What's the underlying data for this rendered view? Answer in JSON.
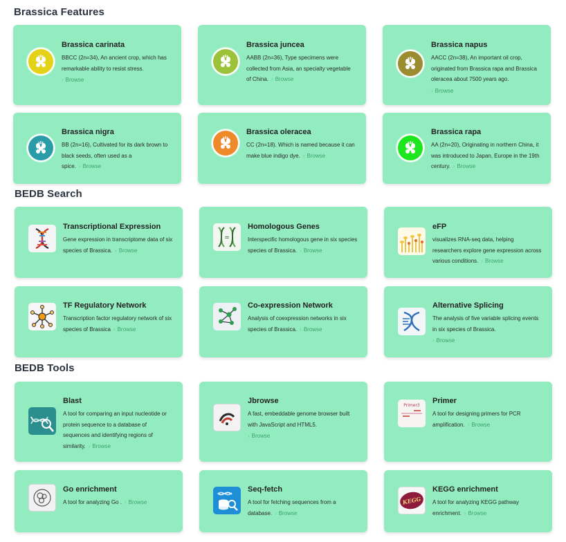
{
  "sections": {
    "features": "Brassica Features",
    "search": "BEDB Search",
    "tools": "BEDB Tools"
  },
  "browse_label": "Browse",
  "features": [
    {
      "title": "Brassica carinata",
      "desc": "BBCC (2n=34), An ancient crop, which has remarkable ability to resist stress.",
      "color": "#e3d217"
    },
    {
      "title": "Brassica juncea",
      "desc": "AABB (2n=36), Type specimens were collected from Asia, an specialty vegetable of China.",
      "color": "#9cc23a"
    },
    {
      "title": "Brassica napus",
      "desc": "AACC (2n=38), An important oil crop, originated from Brassica rapa and Brassica oleracea about 7500 years ago.",
      "color": "#9b8d2f"
    },
    {
      "title": "Brassica nigra",
      "desc": "BB (2n=16), Cultivated for its dark brown to black seeds, often used as a spice.",
      "color": "#2a9ca8"
    },
    {
      "title": "Brassica oleracea",
      "desc": "CC (2n=18). Which is named because it can make blue indigo dye.",
      "color": "#ef8a2a"
    },
    {
      "title": "Brassica rapa",
      "desc": "AA (2n=20), Originating in northern China, it was introduced to Japan, Europe in the 19th century.",
      "color": "#1ee61e"
    }
  ],
  "search": [
    {
      "title": "Transcriptional Expression",
      "desc": "Gene expression in transcriptome data of six species of Brassica.",
      "icon": "dna-helix-icon"
    },
    {
      "title": "Homologous Genes",
      "desc": "Interspecific homologous gene in six species species of Brassica.",
      "icon": "homologous-dna-icon"
    },
    {
      "title": "eFP",
      "desc": "visualizes RNA-seq data, helping researchers explore gene expression across various conditions.",
      "icon": "efp-plant-icon"
    },
    {
      "title": "TF Regulatory Network",
      "desc": "Transcription factor regulatory network of six species of Brassica",
      "icon": "network-hub-icon"
    },
    {
      "title": "Co-expression Network",
      "desc": "Analysis of coexpression networks in six species of Brassica.",
      "icon": "coexpression-network-icon"
    },
    {
      "title": "Alternative Splicing",
      "desc": "The analysis of five variable splicing events in six species of Brassica.",
      "icon": "splicing-icon"
    }
  ],
  "tools": [
    {
      "title": "Blast",
      "desc": "A tool for comparing an input nucleotide or protein sequence to a database of sequences and identifying regions of similarity.",
      "icon": "blast-dna-search-icon"
    },
    {
      "title": "Jbrowse",
      "desc": "A fast, embeddable genome browser built with JavaScript and HTML5.",
      "icon": "jbrowse-icon"
    },
    {
      "title": "Primer",
      "desc": "A tool for designing primers for PCR amplification.",
      "icon": "primer3-icon",
      "icon_text": "Primer3"
    },
    {
      "title": "Go enrichment",
      "desc": "A tool for analyzing Go .",
      "icon": "go-circles-icon"
    },
    {
      "title": "Seq-fetch",
      "desc": "A tool for fetching sequences from a database.",
      "icon": "seq-fetch-icon"
    },
    {
      "title": "KEGG enrichment",
      "desc": "A tool for analyzing KEGG pathway enrichment.",
      "icon": "kegg-icon",
      "icon_text": "KEGG"
    }
  ]
}
